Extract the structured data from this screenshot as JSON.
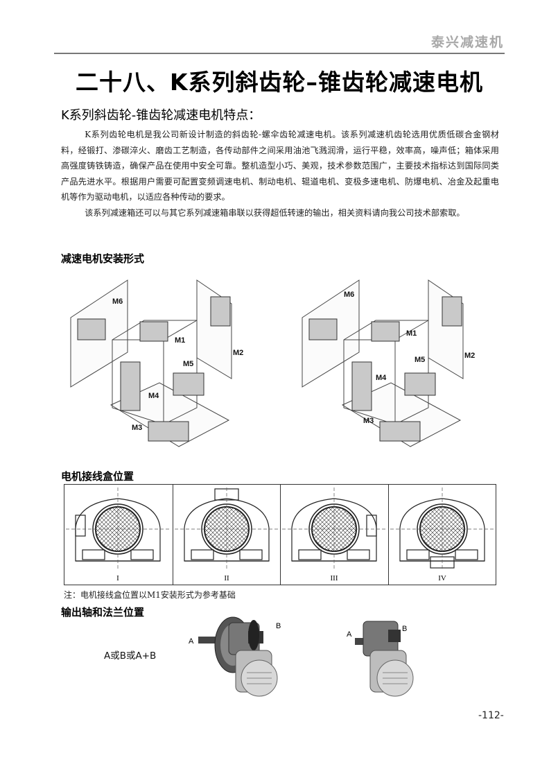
{
  "header": {
    "brand": "泰兴减速机",
    "title": "二十八、K系列斜齿轮–锥齿轮减速电机"
  },
  "intro": {
    "heading": "K系列斜齿轮-锥齿轮减速电机特点：",
    "paragraph1": "K系列齿轮电机是我公司新设计制造的斜齿轮-螺伞齿轮减速电机。该系列减速机齿轮选用优质低碳合金钢材料，经锻打、渗碳淬火、磨齿工艺制造，各传动部件之间采用油池飞溅润滑，运行平稳，效率高，噪声低；箱体采用高强度铸铁铸造，确保产品在使用中安全可靠。整机造型小巧、美观，技术参数范围广，主要技术指标达到国际同类产品先进水平。根据用户需要可配置变频调速电机、制动电机、辊道电机、变极多速电机、防爆电机、冶金及起重电机等作为驱动电机，以适应各种传动的要求。",
    "paragraph2": "该系列减速箱还可以与其它系列减速箱串联以获得超低转速的输出，相关资料请向我公司技术部索取。"
  },
  "mounting": {
    "heading": "减速电机安装形式",
    "labels": {
      "m1": "M1",
      "m2": "M2",
      "m3": "M3",
      "m4": "M4",
      "m5": "M5",
      "m6": "M6"
    }
  },
  "terminal_box": {
    "heading": "电机接线盒位置",
    "positions": [
      "I",
      "II",
      "III",
      "IV"
    ],
    "note": "注：电机接线盒位置以M1安装形式为参考基础"
  },
  "output": {
    "heading": "输出轴和法兰位置",
    "label_a": "A",
    "label_b": "B",
    "combo": "A或B或A+B"
  },
  "page_number": "-112-"
}
